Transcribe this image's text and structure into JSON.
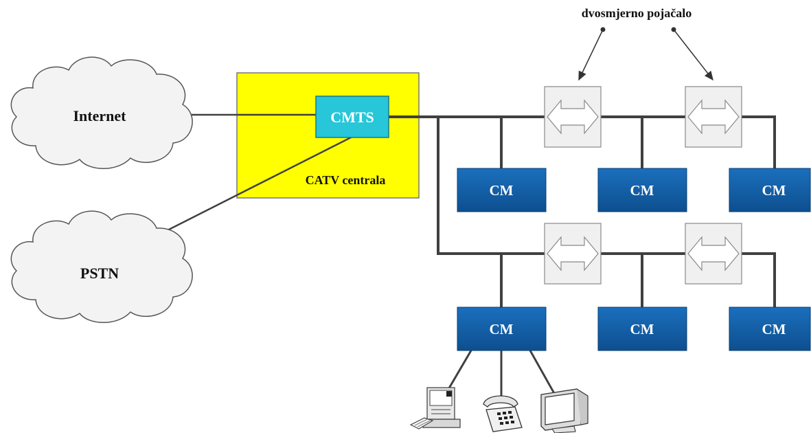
{
  "title": {
    "amplifier_label": "dvosmjerno pojačalo"
  },
  "clouds": {
    "internet": "Internet",
    "pstn": "PSTN"
  },
  "headend": {
    "label": "CATV centrala",
    "cmts": "CMTS"
  },
  "cable_modems": [
    "CM",
    "CM",
    "CM",
    "CM",
    "CM",
    "CM"
  ],
  "colors": {
    "headend_fill": "#ffff00",
    "cmts_fill": "#27c6d8",
    "cm_fill": "#0f5fa8",
    "line": "#404040"
  },
  "icons": [
    "desktop-computer-icon",
    "telephone-icon",
    "crt-monitor-icon"
  ]
}
